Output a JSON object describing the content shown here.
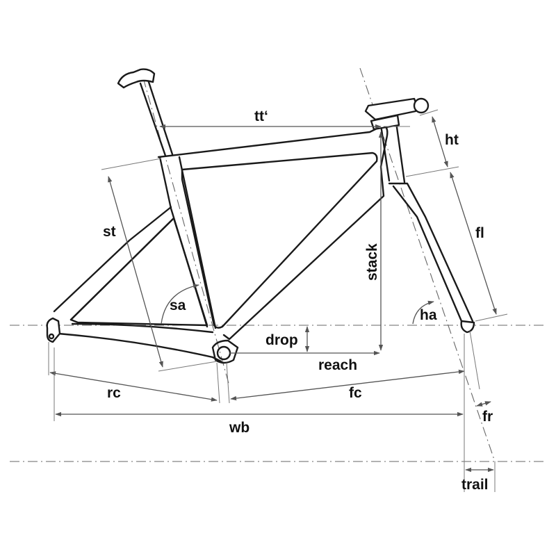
{
  "labels": {
    "tt": "tt‘",
    "ht": "ht",
    "st": "st",
    "fl": "fl",
    "stack": "stack",
    "sa": "sa",
    "ha": "ha",
    "drop": "drop",
    "reach": "reach",
    "rc": "rc",
    "fc": "fc",
    "wb": "wb",
    "fr": "fr",
    "trail": "trail"
  },
  "colors": {
    "frame": "#1a1a1a",
    "dimension": "#555555",
    "centerline": "#666666",
    "background": "#ffffff"
  }
}
